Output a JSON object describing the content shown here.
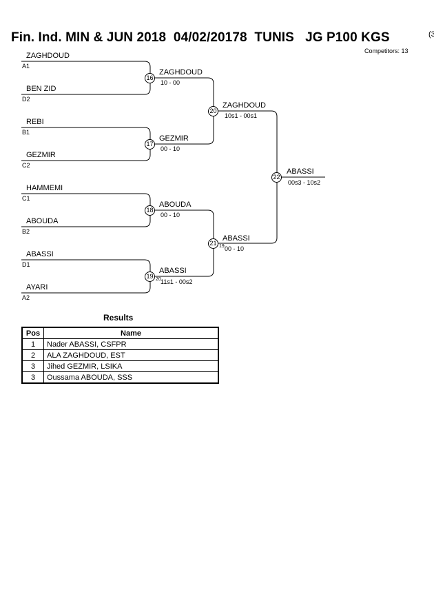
{
  "header": {
    "title": "Fin. Ind. MIN & JUN 2018  04/02/20178  TUNIS   JG P100 KGS",
    "title_cut": "(3",
    "competitors": "Competitors: 13"
  },
  "bracket": {
    "entrants": [
      {
        "name": "ZAGHDOUD",
        "seed": "A1"
      },
      {
        "name": "BEN ZID",
        "seed": "D2"
      },
      {
        "name": "REBI",
        "seed": "B1"
      },
      {
        "name": "GEZMIR",
        "seed": "C2"
      },
      {
        "name": "HAMMEMI",
        "seed": "C1"
      },
      {
        "name": "ABOUDA",
        "seed": "B2"
      },
      {
        "name": "ABASSI",
        "seed": "D1"
      },
      {
        "name": "AYARI",
        "seed": "A2"
      }
    ],
    "round2": [
      {
        "match": "16",
        "winner": "ZAGHDOUD",
        "score": "10 - 00"
      },
      {
        "match": "17",
        "winner": "GEZMIR",
        "score": "00 - 10"
      },
      {
        "match": "18",
        "winner": "ABOUDA",
        "score": "00 - 10"
      },
      {
        "match": "19",
        "winner": "ABASSI",
        "score": "11s1 - 00s2",
        "note": "20"
      }
    ],
    "semis": [
      {
        "match": "20",
        "winner": "ZAGHDOUD",
        "score": "10s1 - 00s1"
      },
      {
        "match": "21",
        "winner": "ABASSI",
        "score": "00 - 10",
        "note": "19"
      }
    ],
    "final": {
      "match": "22",
      "winner": "ABASSI",
      "score": "00s3 - 10s2"
    }
  },
  "results": {
    "title": "Results",
    "headers": {
      "pos": "Pos",
      "name": "Name"
    },
    "rows": [
      {
        "pos": "1",
        "name": "Nader ABASSI, CSFPR"
      },
      {
        "pos": "2",
        "name": "ALA ZAGHDOUD, EST"
      },
      {
        "pos": "3",
        "name": "Jihed GEZMIR, LSIKA"
      },
      {
        "pos": "3",
        "name": "Oussama ABOUDA, SSS"
      }
    ]
  }
}
